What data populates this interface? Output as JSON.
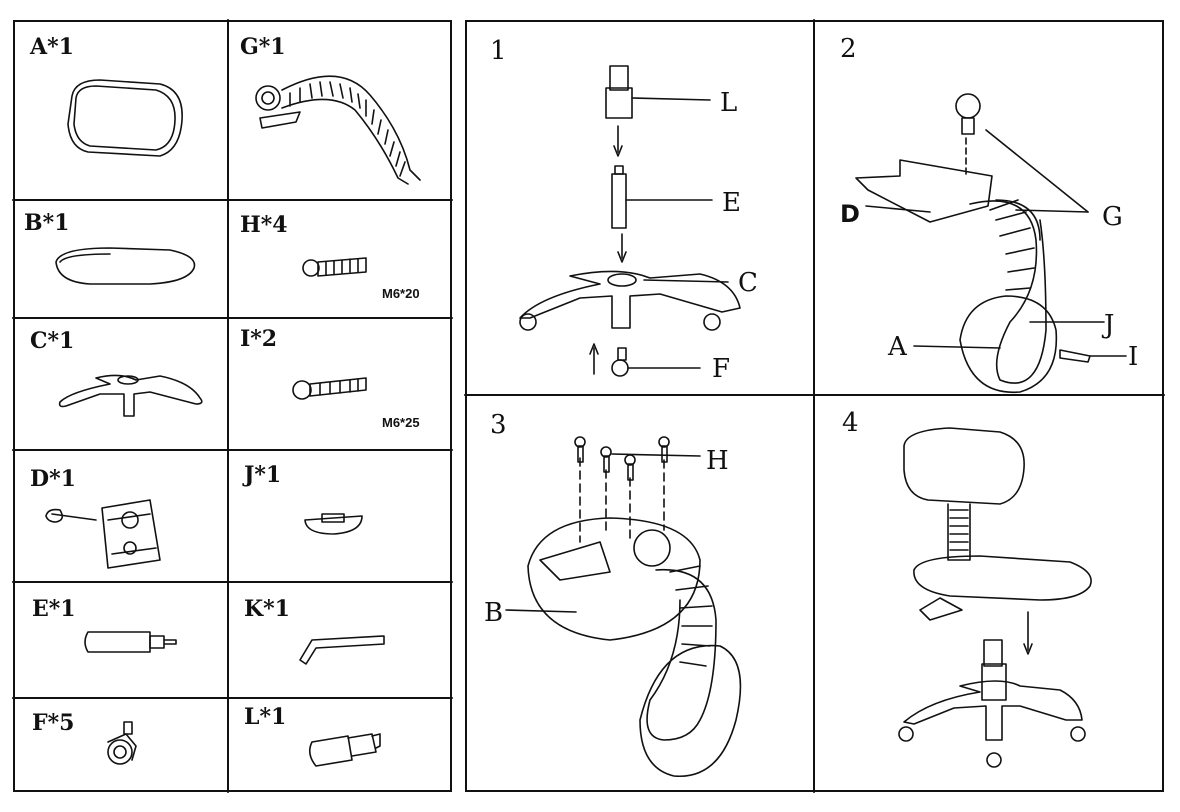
{
  "parts": [
    {
      "label": "A*1",
      "icon": "backrest-icon"
    },
    {
      "label": "G*1",
      "icon": "back-support-bar-icon"
    },
    {
      "label": "B*1",
      "icon": "seat-icon"
    },
    {
      "label": "H*4",
      "icon": "bolt-icon",
      "spec": "M6*20"
    },
    {
      "label": "C*1",
      "icon": "base-icon"
    },
    {
      "label": "I*2",
      "icon": "bolt-icon",
      "spec": "M6*25"
    },
    {
      "label": "D*1",
      "icon": "mechanism-icon"
    },
    {
      "label": "J*1",
      "icon": "washer-plate-icon"
    },
    {
      "label": "E*1",
      "icon": "gas-lift-icon"
    },
    {
      "label": "K*1",
      "icon": "allen-key-icon"
    },
    {
      "label": "F*5",
      "icon": "caster-icon"
    },
    {
      "label": "L*1",
      "icon": "lift-cover-icon"
    }
  ],
  "steps": [
    {
      "number": "1",
      "callouts": [
        "L",
        "E",
        "C",
        "F"
      ]
    },
    {
      "number": "2",
      "callouts": [
        "D",
        "G",
        "J",
        "A",
        "I"
      ]
    },
    {
      "number": "3",
      "callouts": [
        "H",
        "B"
      ]
    },
    {
      "number": "4",
      "callouts": []
    }
  ]
}
